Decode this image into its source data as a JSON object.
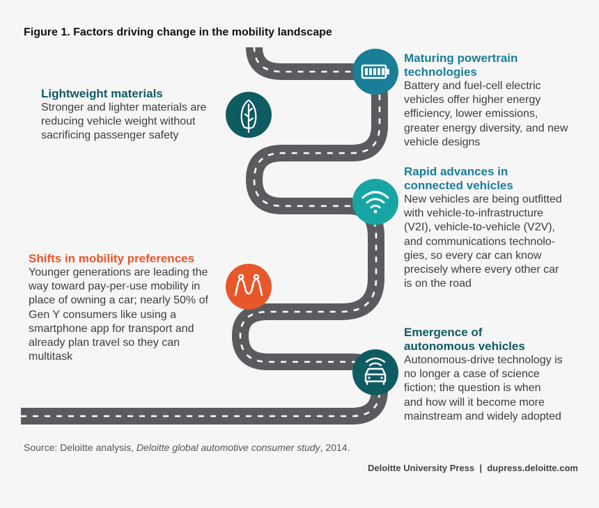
{
  "title": "Figure 1. Factors driving change in the mobility landscape",
  "colors": {
    "road": "#5a5b5e",
    "road_dash": "#ffffff",
    "teal_dark": "#0f5b62",
    "teal_blue": "#1a7e98",
    "teal_bright": "#16a5a3",
    "orange": "#e8572b"
  },
  "factors": {
    "lightweight": {
      "heading": "Lightweight materials",
      "description": "Stronger and lighter materials are\nreducing vehicle weight without\nsacrificing passenger safety",
      "icon": "feather-icon"
    },
    "powertrain": {
      "heading": "Maturing powertrain\n technologies",
      "description": "Battery and fuel-cell electric\nvehicles offer higher energy\nefficiency, lower emissions,\ngreater energy diversity, and new\nvehicle designs",
      "icon": "battery-icon"
    },
    "connected": {
      "heading": "Rapid advances in\nconnected vehicles",
      "description": "New vehicles are being outfitted\nwith vehicle-to-infrastructure\n(V2I), vehicle-to-vehicle (V2V),\nand communications technolo-\ngies, so every car can know\nprecisely where every other car\nis on the road",
      "icon": "wifi-icon"
    },
    "mobility": {
      "heading": "Shifts in mobility preferences",
      "description": "Younger generations are leading the\nway toward pay-per-use mobility in\nplace of owning a car; nearly 50% of\nGen Y consumers like using a\nsmartphone app for transport and\nalready plan travel so they can\nmultitask",
      "icon": "people-icon"
    },
    "autonomous": {
      "heading": "Emergence of\nautonomous vehicles",
      "description": "Autonomous-drive technology is\nno longer a case of science\nfiction; the question is when\nand how will it become more\nmainstream and widely adopted",
      "icon": "car-icon"
    }
  },
  "source": {
    "prefix": "Source: Deloitte analysis, ",
    "italic": "Deloitte global automotive consumer study",
    "suffix": ", 2014."
  },
  "footer": "Deloitte University Press  |  dupress.deloitte.com"
}
